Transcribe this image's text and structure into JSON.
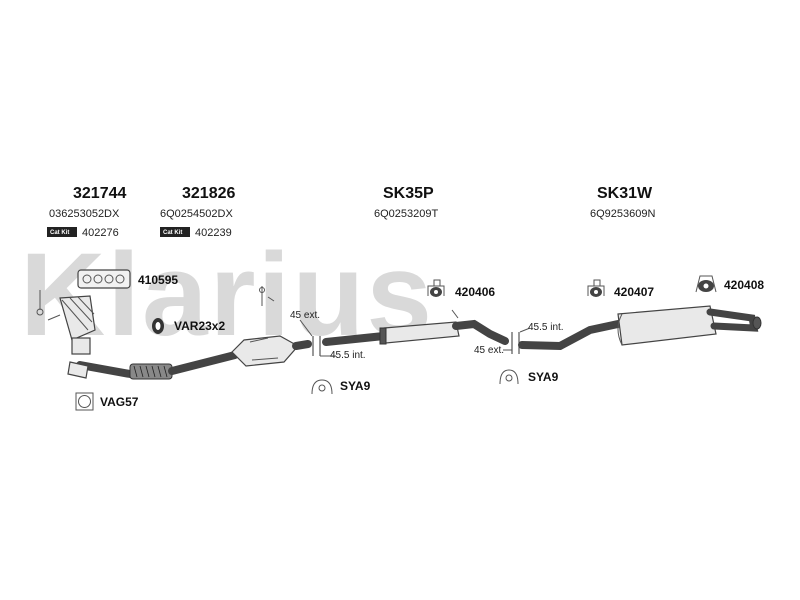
{
  "watermark": "Klarius",
  "groups": [
    {
      "code": "321744",
      "oem": "036253052DX",
      "kit_badge": "Cat Kit",
      "kit_code": "402276"
    },
    {
      "code": "321826",
      "oem": "6Q0254502DX",
      "kit_badge": "Cat Kit",
      "kit_code": "402239"
    },
    {
      "code": "SK35P",
      "oem": "6Q0253209T"
    },
    {
      "code": "SK31W",
      "oem": "6Q9253609N"
    }
  ],
  "parts": {
    "gasket_410595": "410595",
    "clamp_var": "VAR23x2",
    "gasket_vag57": "VAG57",
    "mount_420406": "420406",
    "mount_420407": "420407",
    "mount_420408": "420408",
    "clamp_sya9_left": "SYA9",
    "clamp_sya9_right": "SYA9"
  },
  "dimensions": {
    "left_ext": "45 ext.",
    "left_int": "45.5 int.",
    "right_int": "45.5 int.",
    "right_ext": "45 ext."
  }
}
